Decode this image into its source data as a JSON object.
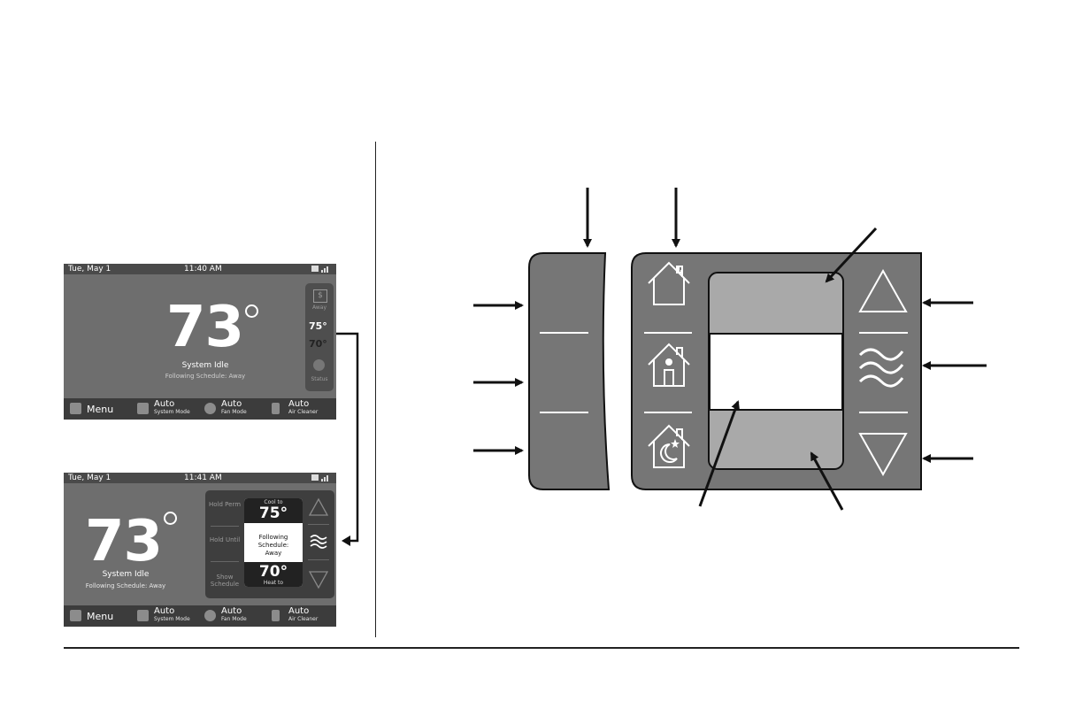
{
  "screen1": {
    "date": "Tue, May 1",
    "time": "11:40 AM",
    "temperature": "73",
    "status": "System Idle",
    "schedule": "Following Schedule: Away",
    "side_away_label": "Away",
    "side_cool_setpoint": "75°",
    "side_heat_setpoint": "70°",
    "side_bottom_label": "Status"
  },
  "screen2": {
    "date": "Tue, May 1",
    "time": "11:41 AM",
    "temperature": "73",
    "status": "System Idle",
    "schedule": "Following Schedule: Away",
    "hold_perm": "Hold Perm",
    "hold_until": "Hold Until",
    "show_schedule": "Show Schedule",
    "cool_to_label": "Cool to",
    "cool_setpoint": "75°",
    "following_schedule": "Following Schedule: Away",
    "heat_setpoint": "70°",
    "heat_to_label": "Heat to"
  },
  "bottom_bar": {
    "menu": "Menu",
    "system_mode_value": "Auto",
    "system_mode_label": "System Mode",
    "fan_mode_value": "Auto",
    "fan_mode_label": "Fan Mode",
    "air_cleaner_value": "Auto",
    "air_cleaner_label": "Air Cleaner"
  },
  "icons": [
    "house-icon",
    "house-with-person-icon",
    "house-with-moon-icon",
    "up-arrow-icon",
    "fan-waves-icon",
    "down-arrow-icon",
    "schedule-icon",
    "signal-icon"
  ]
}
